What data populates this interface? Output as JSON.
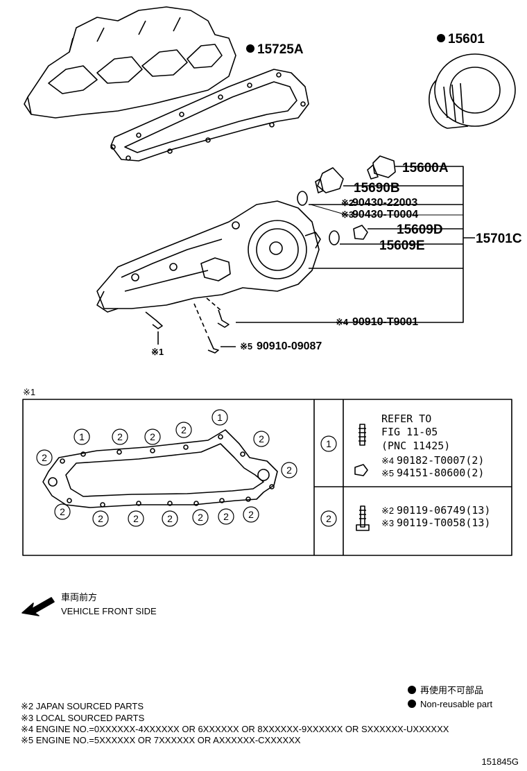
{
  "callouts": {
    "p15725a": "15725A",
    "p15601": "15601",
    "p15600a": "15600A",
    "p15690b": "15690B",
    "p90430_22003": "90430-22003",
    "p90430_t0004": "90430-T0004",
    "p15609d": "15609D",
    "p15609e": "15609E",
    "p15701c": "15701C",
    "p90910_t9001": "90910-T9001",
    "p90910_09087": "90910-09087",
    "mark_x1": "※1",
    "mark_x2": "※2",
    "mark_x3": "※3",
    "mark_x4": "※4",
    "mark_x5": "※5"
  },
  "detail": {
    "title": "※1",
    "circle_labels": {
      "one": "1",
      "two": "2"
    },
    "row1": {
      "refer_line1": "REFER TO",
      "refer_line2": "FIG 11-05",
      "refer_line3": "(PNC 11425)",
      "part_a_mark": "※4",
      "part_a": "90182-T0007(2)",
      "part_b_mark": "※5",
      "part_b": "94151-80600(2)"
    },
    "row2": {
      "part_a_mark": "※2",
      "part_a": "90119-06749(13)",
      "part_b_mark": "※3",
      "part_b": "90119-T0058(13)"
    }
  },
  "direction": {
    "jp": "車両前方",
    "en": "VEHICLE FRONT SIDE"
  },
  "legend": {
    "jp": "再使用不可部品",
    "en": "Non-reusable part"
  },
  "notes": [
    "※2 JAPAN SOURCED PARTS",
    "※3 LOCAL SOURCED PARTS",
    "※4 ENGINE NO.=0XXXXXX-4XXXXXX OR 6XXXXXX OR 8XXXXXX-9XXXXXX OR SXXXXXX-UXXXXXX",
    "※5 ENGINE NO.=5XXXXXX OR 7XXXXXX OR AXXXXXX-CXXXXXX"
  ],
  "figure_id": "151845G"
}
